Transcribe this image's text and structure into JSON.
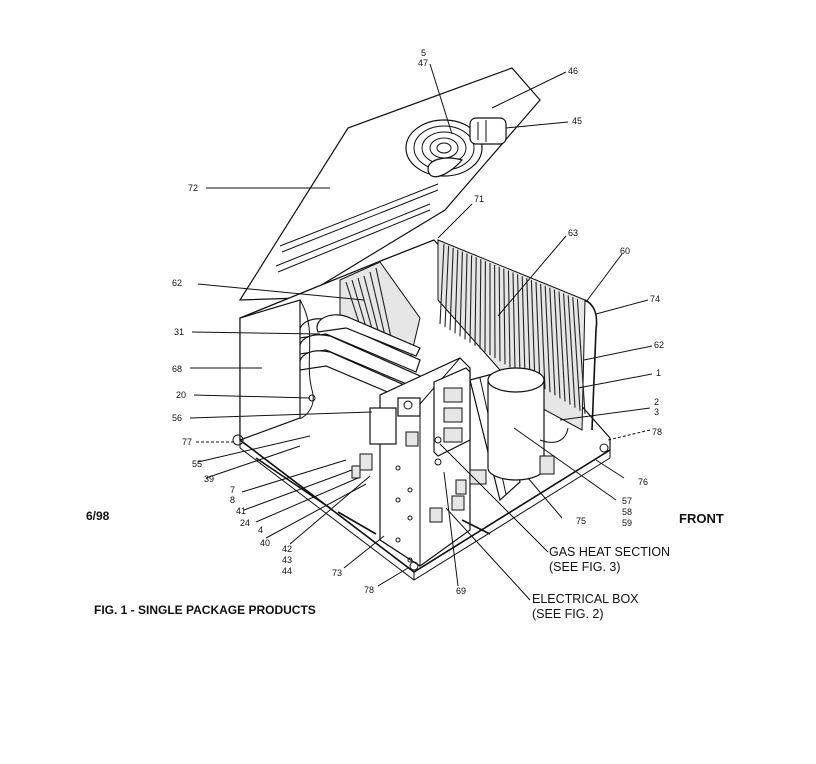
{
  "date_code": "6/98",
  "front_label": "FRONT",
  "figure_caption": "FIG. 1 - SINGLE PACKAGE PRODUCTS",
  "gas_heat": {
    "line1": "GAS HEAT SECTION",
    "line2": "(SEE FIG. 3)"
  },
  "electrical_box": {
    "line1": "ELECTRICAL BOX",
    "line2": "(SEE FIG. 2)"
  },
  "callouts": {
    "c5": "5",
    "c47": "47",
    "c46": "46",
    "c45": "45",
    "c72": "72",
    "c71": "71",
    "c63": "63",
    "c60": "60",
    "c74": "74",
    "c62a": "62",
    "c62b": "62",
    "c31": "31",
    "c68": "68",
    "c20": "20",
    "c56": "56",
    "c77": "77",
    "c55": "55",
    "c39": "39",
    "c7": "7",
    "c8": "8",
    "c41": "41",
    "c24": "24",
    "c4": "4",
    "c40": "40",
    "c42": "42",
    "c43": "43",
    "c44": "44",
    "c73": "73",
    "c78a": "78",
    "c69": "69",
    "c75": "75",
    "c57": "57",
    "c58": "58",
    "c59": "59",
    "c76": "76",
    "c78b": "78",
    "c1": "1",
    "c2": "2",
    "c3": "3"
  }
}
